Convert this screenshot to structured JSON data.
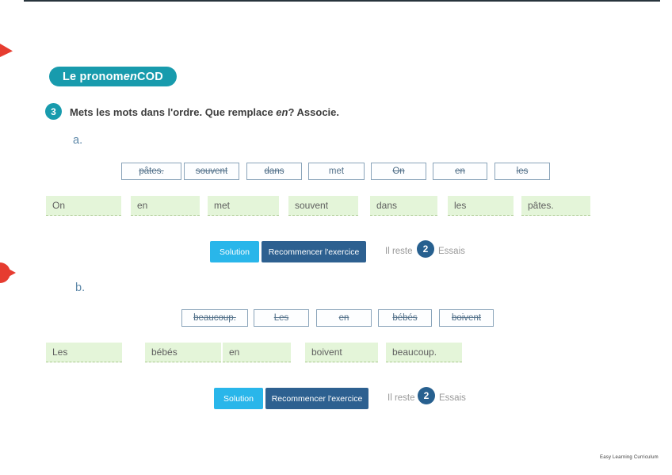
{
  "header": {
    "badge": [
      "Le pronom ",
      "en",
      " COD"
    ]
  },
  "exercise": {
    "number": "3",
    "instruction": [
      "Mets les mots dans l'ordre. Que remplace ",
      "en",
      "? Associe."
    ]
  },
  "sections": [
    {
      "label": "a.",
      "tiles": [
        {
          "text": "pâtes.",
          "struck": true
        },
        {
          "text": "souvent",
          "struck": true
        },
        {
          "text": "dans",
          "struck": true
        },
        {
          "text": "met",
          "struck": false
        },
        {
          "text": "On",
          "struck": true
        },
        {
          "text": "en",
          "struck": true
        },
        {
          "text": "les",
          "struck": true
        }
      ],
      "answers": [
        "On",
        "en",
        "met",
        "souvent",
        "dans",
        "les",
        "pâtes."
      ],
      "controls": {
        "solution": "Solution",
        "restart": "Recommencer l'exercice"
      },
      "attempts": {
        "prefix": "Il reste",
        "count": "2",
        "suffix": "Essais"
      }
    },
    {
      "label": "b.",
      "tiles": [
        {
          "text": "beaucoup.",
          "struck": true
        },
        {
          "text": "Les",
          "struck": true
        },
        {
          "text": "en",
          "struck": true
        },
        {
          "text": "bébés",
          "struck": true
        },
        {
          "text": "boivent",
          "struck": true
        }
      ],
      "answers": [
        "Les",
        "bébés",
        "en",
        "boivent",
        "beaucoup."
      ],
      "controls": {
        "solution": "Solution",
        "restart": "Recommencer l'exercice"
      },
      "attempts": {
        "prefix": "Il reste",
        "count": "2",
        "suffix": "Essais"
      }
    }
  ],
  "footer": {
    "watermark": "Easy Learning Curriculum"
  },
  "icons": {
    "red_wedge": "red-arrow-icon",
    "red_pin": "red-pin-icon"
  },
  "colors": {
    "teal": "#189bad",
    "solution_button": "#29b6ea",
    "restart_button": "#2d6090",
    "attempts_badge": "#27608f",
    "tile_border": "#8aa4ba",
    "answer_bg": "#e4f5d9",
    "red_accent": "#e63c30"
  }
}
